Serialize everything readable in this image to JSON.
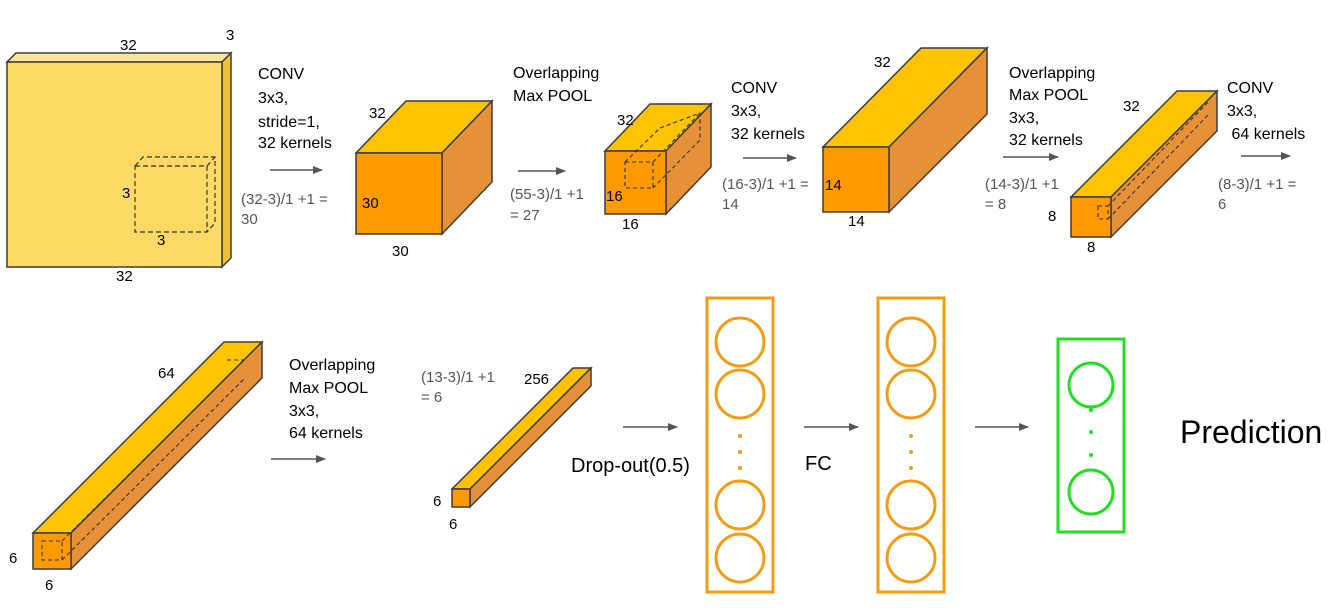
{
  "colors": {
    "front_light": "#FFD966",
    "top_light": "#FFE599",
    "side_light": "#F1C232",
    "front": "#FF9900",
    "top": "#FFC300",
    "side": "#E69138",
    "edge": "#3c3c3c",
    "arrow": "#555555",
    "fc_orange": "#F39C12",
    "out_green": "#22DD22"
  },
  "input_block": {
    "width_top": "32",
    "depth": "3",
    "height_left": "3",
    "kernel_bottom": "3",
    "width_bottom": "32"
  },
  "conv1": {
    "op_lines": [
      "CONV",
      "3x3,",
      "stride=1,",
      "32 kernels"
    ],
    "calc_lines": [
      "(32-3)/1 +1  =",
      "30"
    ],
    "dim_top": "32",
    "dim_side": "30",
    "dim_bottom": "30"
  },
  "pool1": {
    "op_lines": [
      "Overlapping",
      "Max POOL"
    ],
    "calc_lines": [
      "(55-3)/1 +1",
      "= 27"
    ],
    "dim_top": "32",
    "dim_side": "16",
    "dim_bottom": "16"
  },
  "conv2": {
    "op_lines": [
      "CONV",
      "3x3,",
      "32 kernels"
    ],
    "calc_lines": [
      "(16-3)/1 +1  =",
      "14"
    ],
    "dim_top": "32",
    "dim_side": "14",
    "dim_bottom": "14"
  },
  "pool2": {
    "op_lines": [
      "Overlapping",
      "Max POOL",
      "3x3,",
      "32 kernels"
    ],
    "calc_lines": [
      "(14-3)/1 +1",
      "= 8"
    ],
    "dim_top": "32",
    "dim_side": "8",
    "dim_bottom": "8"
  },
  "conv3": {
    "op_lines": [
      "CONV",
      "3x3,",
      " 64 kernels"
    ],
    "calc_lines": [
      "(8-3)/1 +1  =",
      "6"
    ]
  },
  "row2_block": {
    "dim_top": "64",
    "dim_side": "6",
    "dim_bottom": "6"
  },
  "pool3": {
    "op_lines": [
      "Overlapping",
      "Max POOL",
      "3x3,",
      "64 kernels"
    ],
    "calc_lines": [
      "(13-3)/1 +1",
      "= 6"
    ],
    "dim_top": "256",
    "dim_side": "6",
    "dim_bottom": "6"
  },
  "dropout_label": "Drop-out(0.5)",
  "fc_label": "FC",
  "prediction_label": "Prediction"
}
